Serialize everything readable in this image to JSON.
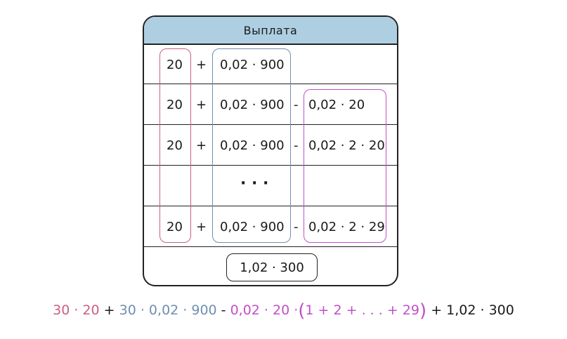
{
  "table": {
    "header": "Выплата",
    "rows": [
      {
        "a": "20",
        "op1": "+",
        "b": "0,02 · 900",
        "op2": "",
        "c": ""
      },
      {
        "a": "20",
        "op1": "+",
        "b": "0,02 · 900",
        "op2": "-",
        "c": "0,02 · 20"
      },
      {
        "a": "20",
        "op1": "+",
        "b": "0,02 · 900",
        "op2": "-",
        "c": "0,02 · 2 · 20"
      },
      {
        "a": "",
        "op1": "",
        "b": "·   ·   ·",
        "op2": "",
        "c": ""
      },
      {
        "a": "20",
        "op1": "+",
        "b": "0,02 · 900",
        "op2": "-",
        "c": "0,02 · 2 · 29"
      }
    ],
    "total": "1,02 · 300"
  },
  "formula": {
    "term1": "30 · 20",
    "op1": "+",
    "term2": "30 · 0,02 · 900",
    "op2": "-",
    "term3": "0,02 · 20 ·",
    "paren_open": "(",
    "series": "1 + 2 + . . . + 29",
    "paren_close": ")",
    "op3": "+",
    "term4": "1,02 · 300"
  },
  "colors": {
    "header_bg": "#aecfe2",
    "red_group": "#c9607f",
    "blue_group": "#6f8fb0",
    "magenta_group": "#c24fc9",
    "text": "#1a1a1a"
  }
}
